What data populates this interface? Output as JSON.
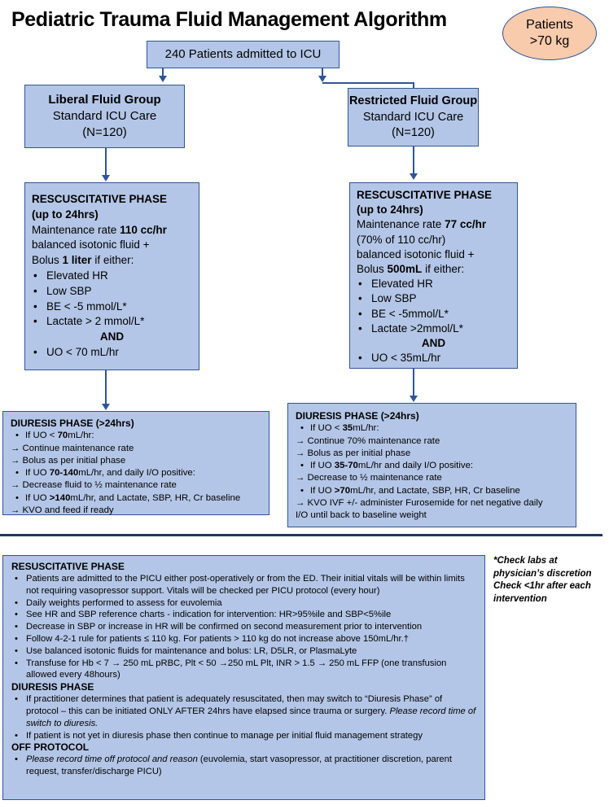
{
  "title": "Pediatric Trauma Fluid Management Algorithm",
  "patients_oval": {
    "line1": "Patients",
    "line2": ">70 kg"
  },
  "top_box": "240 Patients admitted to ICU",
  "liberal": {
    "name": "Liberal Fluid Group",
    "care": "Standard ICU Care",
    "n": "(N=120)"
  },
  "restricted": {
    "name": "Restricted Fluid Group",
    "care": "Standard ICU Care",
    "n": "(N=120)"
  },
  "liberal_resus": {
    "heading": "RESCUSCITATIVE PHASE",
    "sub": "(up to 24hrs)",
    "rate_pre": "Maintenance rate ",
    "rate_val": "110 cc/hr",
    "fluid": "balanced isotonic fluid +",
    "bolus_pre": "Bolus ",
    "bolus_val": "1 liter",
    "bolus_post": " if either:",
    "items": [
      "Elevated HR",
      "Low SBP",
      "BE < -5 mmol/L*",
      "Lactate > 2 mmol/L*"
    ],
    "and": "AND",
    "uo": "UO < 70 mL/hr"
  },
  "restricted_resus": {
    "heading": "RESCUSCITATIVE PHASE",
    "sub": "(up to 24hrs)",
    "rate_pre": "Maintenance rate ",
    "rate_val": "77 cc/hr",
    "pct": "(70% of 110 cc/hr)",
    "fluid": "balanced isotonic fluid +",
    "bolus_pre": "Bolus ",
    "bolus_val": "500mL",
    "bolus_post": " if either:",
    "items": [
      "Elevated HR",
      "Low SBP",
      "BE < -5mmol/L*",
      "Lactate >2mmol/L*"
    ],
    "and": "AND",
    "uo": "UO < 35mL/hr"
  },
  "liberal_diuresis": {
    "heading": "DIURESIS PHASE (>24hrs)",
    "l1_pre": "If UO < ",
    "l1_val": "70",
    "l1_post": "mL/hr:",
    "l2": "→ Continue maintenance rate",
    "l3": "→ Bolus as per initial phase",
    "l4_pre": "If UO ",
    "l4_val": "70-140",
    "l4_post": "mL/hr, and daily I/O positive:",
    "l5": "→ Decrease fluid to ½ maintenance rate",
    "l6_pre": "If UO ",
    "l6_val": ">140",
    "l6_post": "mL/hr, and Lactate, SBP, HR, Cr baseline",
    "l7": "→ KVO and feed if ready"
  },
  "restricted_diuresis": {
    "heading": "DIURESIS  PHASE (>24hrs)",
    "l1_pre": "If UO < ",
    "l1_val": "35",
    "l1_post": "mL/hr:",
    "l2": "→ Continue 70% maintenance rate",
    "l3": "→ Bolus as per initial phase",
    "l4_pre": "If UO ",
    "l4_val": "35-70",
    "l4_post": "mL/hr and daily I/O positive:",
    "l5": "→ Decrease to ½ maintenance rate",
    "l6_pre": "If UO ",
    "l6_val": ">70",
    "l6_post": "mL/hr, and Lactate, SBP, HR, Cr baseline",
    "l7": "→ KVO IVF +/- administer Furosemide for net negative daily",
    "l8": "I/O until back to baseline weight"
  },
  "notes": {
    "resus_heading": "RESUSCITATIVE PHASE",
    "resus_items": [
      "Patients are admitted to the PICU either post-operatively or from the ED. Their initial vitals will be within limits not requiring vasopressor support. Vitals will be checked per PICU protocol (every hour)",
      "Daily weights performed to assess for euvolemia",
      "See HR and SBP reference charts - indication for intervention: HR>95%ile and SBP<5%ile",
      "Decrease in SBP or increase in HR will be confirmed on second measurement prior to intervention",
      "Follow 4-2-1 rule for patients ≤ 110 kg. For patients > 110 kg do not increase above 150mL/hr.†",
      "Use balanced isotonic fluids for maintenance and bolus: LR, D5LR, or PlasmaLyte",
      "Transfuse for Hb < 7 → 250 mL pRBC, Plt < 50 →250 mL Plt, INR > 1.5 → 250 mL FFP (one transfusion allowed every 48hours)"
    ],
    "diuresis_heading": "DIURESIS PHASE",
    "diuresis_item1_text": "If practitioner determines that patient is adequately resuscitated, then may switch to “Diuresis Phase” of protocol – this can be initiated ONLY AFTER 24hrs have elapsed since trauma or surgery. ",
    "diuresis_item1_italic": "Please record time of switch to diuresis.",
    "diuresis_item2": "If patient is not yet in diuresis phase then continue to manage per initial fluid management strategy",
    "off_heading": "OFF PROTOCOL",
    "off_italic": "Please record time off protocol and reason",
    "off_text": " (euvolemia, start vasopressor,  at practitioner discretion, parent request, transfer/discharge PICU)"
  },
  "side_note": {
    "line1": "*Check labs at physician’s discretion",
    "line2": "Check <1hr after each intervention"
  }
}
